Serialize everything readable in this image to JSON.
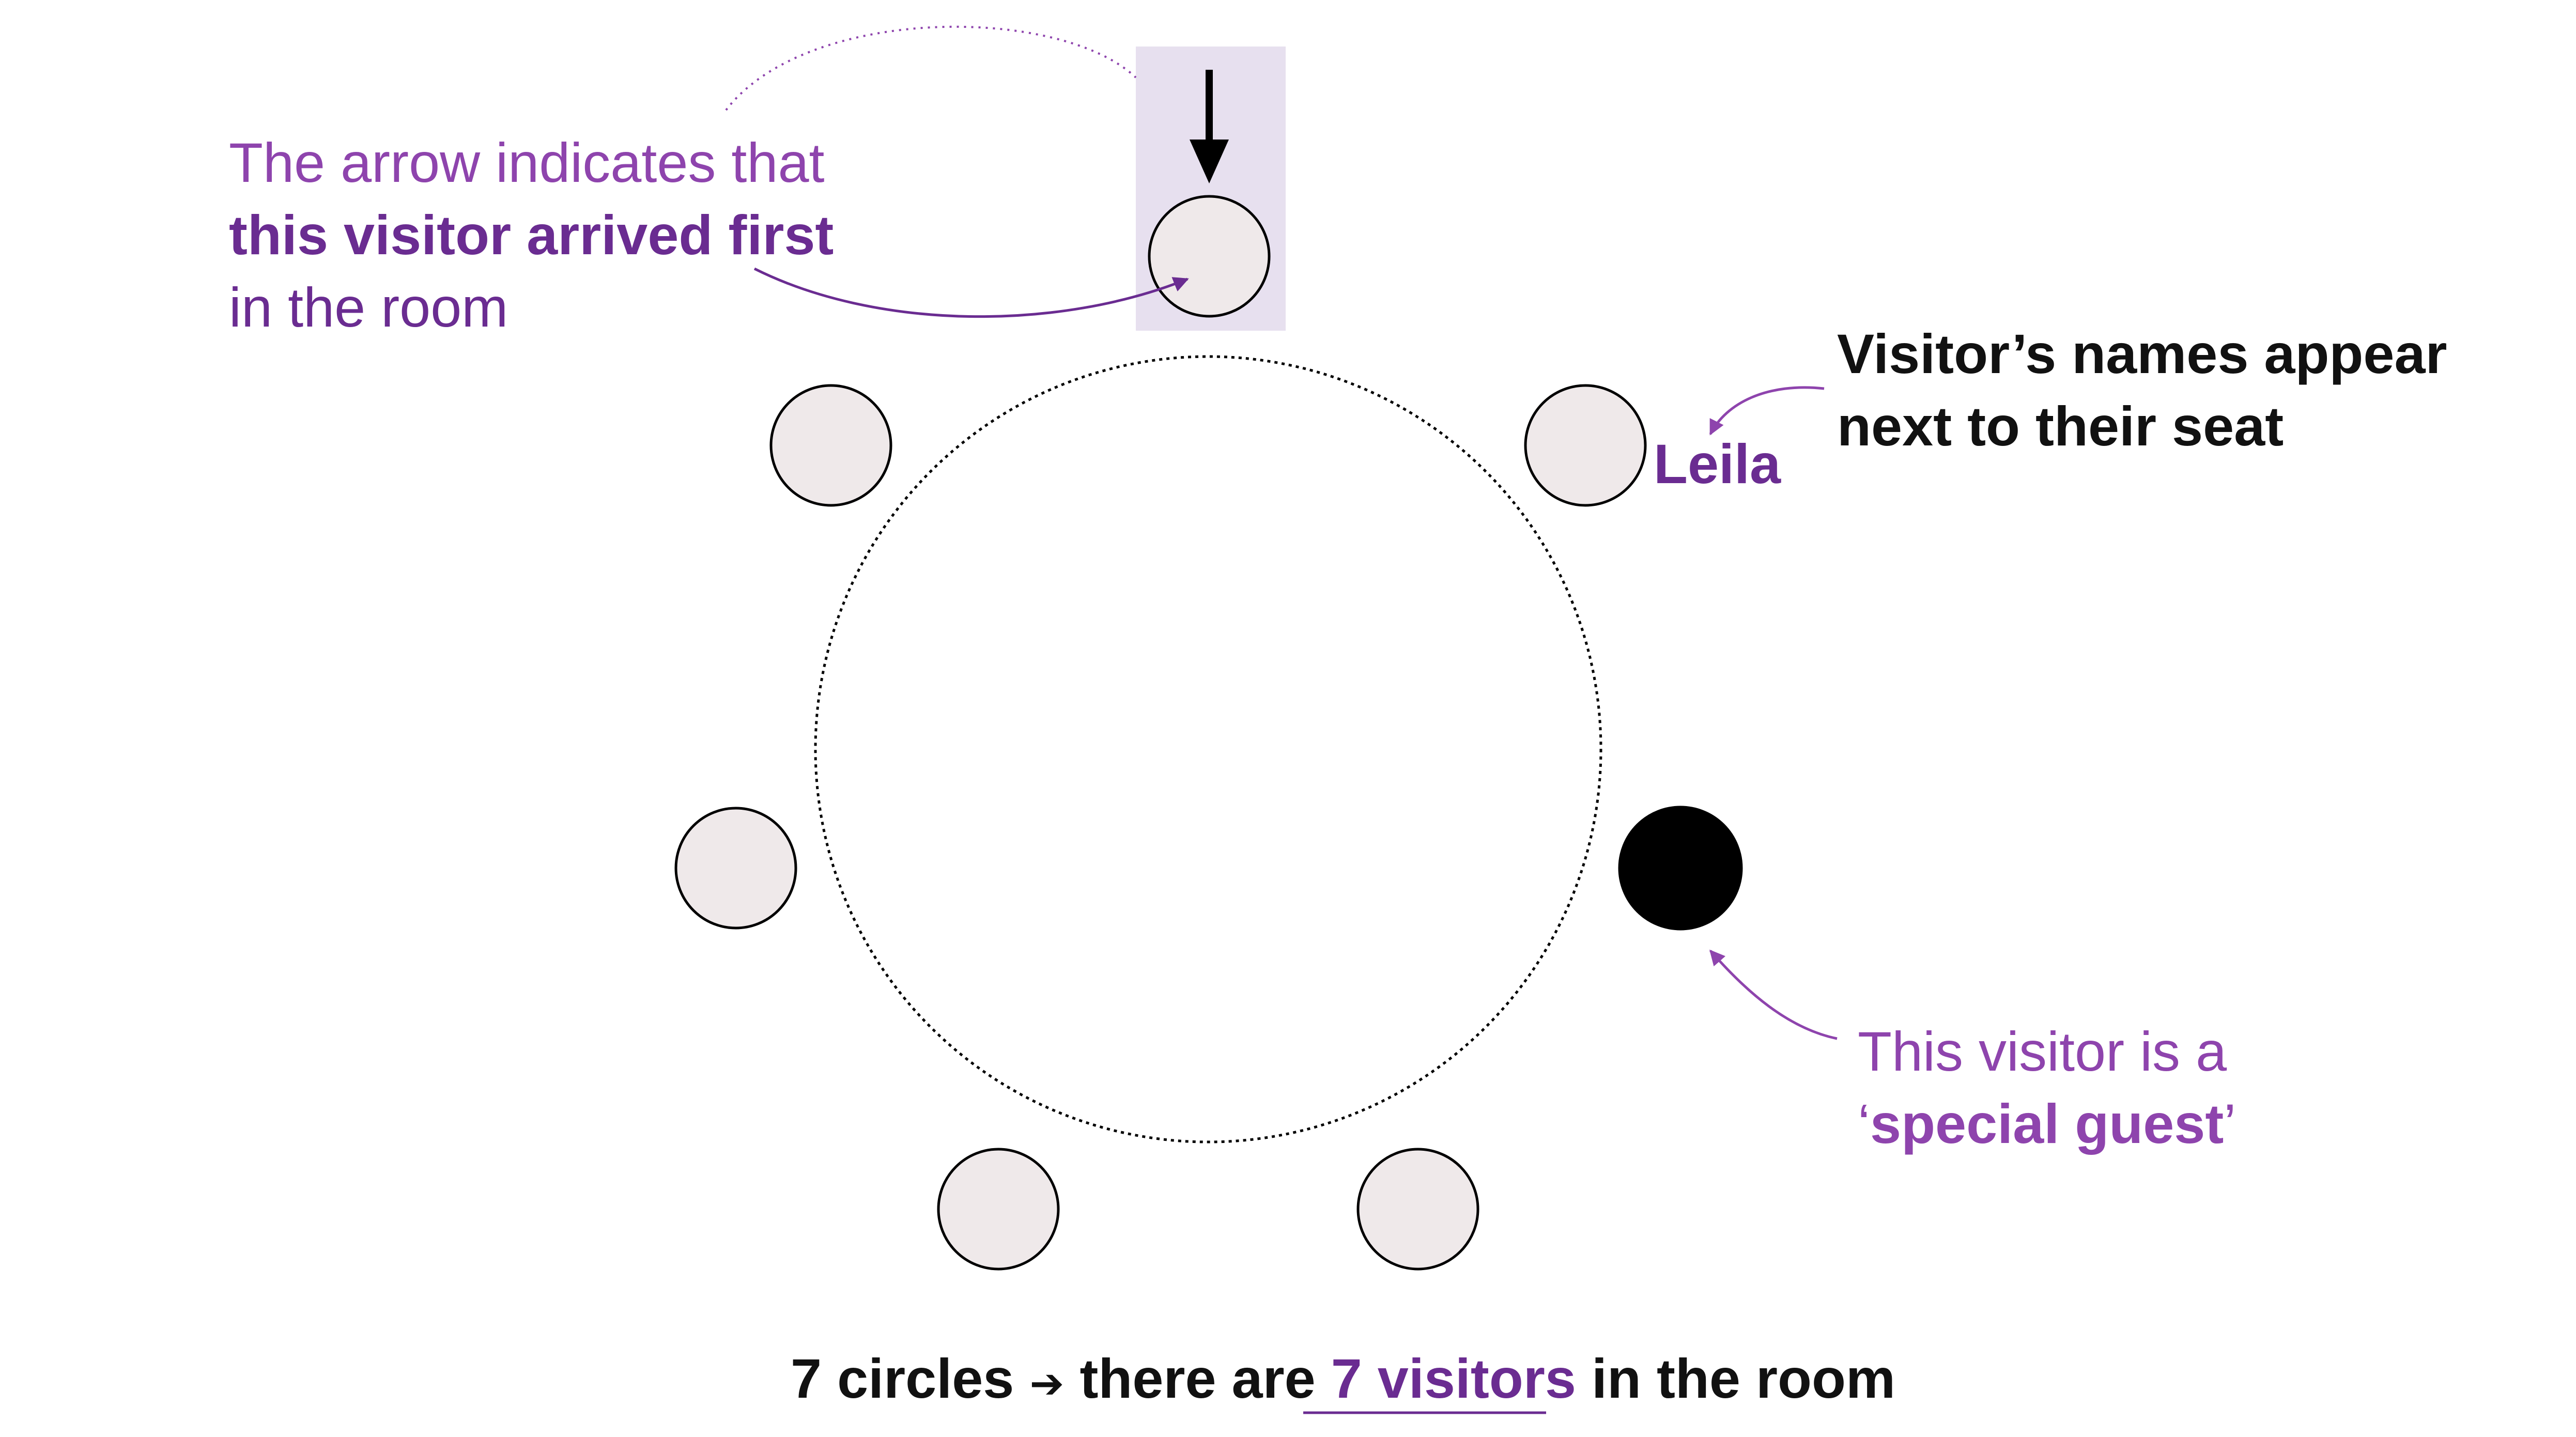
{
  "colors": {
    "purple_dark": "#6a2c91",
    "purple_mid": "#8e44ad",
    "highlight_fill": "#e7e0ef",
    "seat_fill": "#efe9ea",
    "special_fill": "#000000",
    "text_black": "#111111"
  },
  "annotations": {
    "first_arrival": {
      "line1": "The arrow indicates that",
      "line2": "this visitor arrived first",
      "line3": "in the room"
    },
    "names": {
      "line1": "Visitor’s names appear",
      "line2": "next to their seat"
    },
    "seat_name": "Leila",
    "special_guest": {
      "line1": "This visitor is a",
      "quote_open": "‘",
      "emphasis": "special guest",
      "quote_close": "’"
    }
  },
  "caption": {
    "part1": "7 circles",
    "arrow": "➔",
    "part2": "there are",
    "highlight": "7 visitors",
    "part3": "in the room"
  },
  "diagram": {
    "visitor_count": 7,
    "first_arrival_marker": "down-arrow-icon",
    "special_guest_style": "filled-black-circle"
  }
}
